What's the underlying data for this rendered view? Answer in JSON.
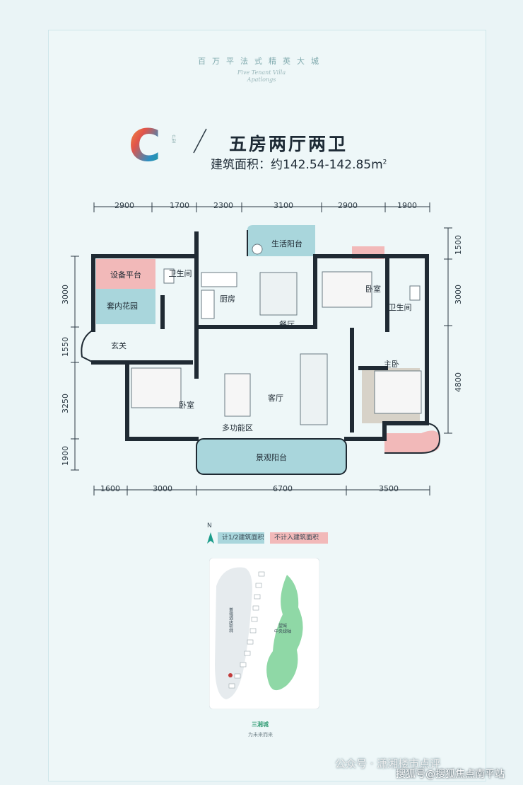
{
  "header": {
    "slogan": "百万平法式精英大城",
    "script_line_1": "Five Tenant Villa",
    "script_line_2": "Apatlongs",
    "unit_letter": "C",
    "unit_letter_colors": [
      "#e2544a",
      "#f3a23a",
      "#2b8fc3",
      "#1a9c8a"
    ],
    "side_text": "户型",
    "unit_type": "五房两厅两卫",
    "area_label": "建筑面积：约142.54-142.85m",
    "area_sup": "2"
  },
  "dimensions": {
    "top": [
      "2900",
      "1700",
      "2300",
      "3100",
      "2900",
      "1900"
    ],
    "bottom": [
      "1600",
      "3000",
      "6700",
      "3500"
    ],
    "left": [
      "3000",
      "1550",
      "3250",
      "1900"
    ],
    "right": [
      "1500",
      "3000",
      "4800"
    ]
  },
  "rooms": {
    "equipment_platform": "设备平台",
    "garden": "套内花园",
    "bath_left": "卫生间",
    "kitchen": "厨房",
    "life_balcony": "生活阳台",
    "dining": "餐厅",
    "bedroom_ne": "卧室",
    "bath_right": "卫生间",
    "entrance": "玄关",
    "master_bedroom": "主卧",
    "bedroom_sw": "卧室",
    "living": "客厅",
    "multi_function": "多功能区",
    "view_balcony": "景观阳台"
  },
  "legend": {
    "half_area": "计1/2建筑面积",
    "no_area": "不计入建筑面积",
    "north": "N",
    "color_half": "#a9d6dc",
    "color_none": "#f2b9b9"
  },
  "siteplan": {
    "hotel_forest": "普瑞酒店密林",
    "central_axis_1": "望城",
    "central_axis_2": "中央绿轴"
  },
  "brand": {
    "name": "三湘城",
    "sub": "为未来而来"
  },
  "watermark": {
    "gzh": "公众号 · 潇湘楼市点评",
    "sohu": "搜狐号@搜狐焦点南平站"
  }
}
